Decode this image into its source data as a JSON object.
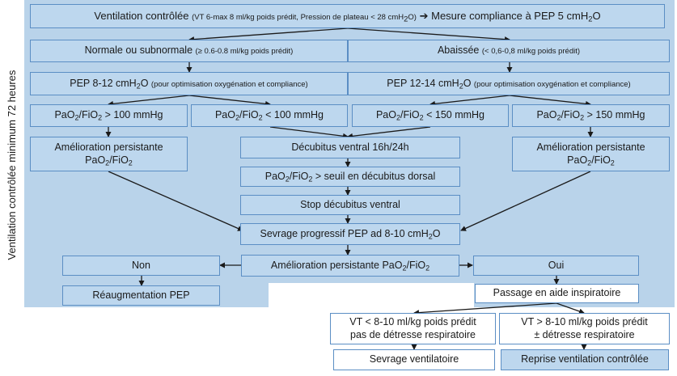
{
  "colors": {
    "panel_bg": "#b9d3ea",
    "box_fill": "#bdd7ee",
    "box_border": "#5b8ec4",
    "arrow": "#1a1a1a"
  },
  "side_label": "Ventilation contrôlée minimum 72 heures",
  "nodes": {
    "top": {
      "a": "Ventilation contrôlée ",
      "b": "(VT 6-max 8 ml/kg poids prédit, Pression de plateau < 28 cmH",
      "sub": "2",
      "c": "O)",
      "arrow": "➔",
      "d": " Mesure compliance à PEP 5 cmH",
      "sub2": "2",
      "e": "O"
    },
    "normale": {
      "a": "Normale ou subnormale ",
      "b": "(≥ 0.6-0.8 ml/kg poids prédit)"
    },
    "abaissee": {
      "a": "Abaissée ",
      "b": "(< 0,6-0,8 ml/kg poids prédit)"
    },
    "pep_low": {
      "a": "PEP 8-12 cmH",
      "sub": "2",
      "b": "O ",
      "c": "(pour optimisation oxygénation et compliance)"
    },
    "pep_high": {
      "a": "PEP 12-14 cmH",
      "sub": "2",
      "b": "O ",
      "c": "(pour optimisation oxygénation et compliance)"
    },
    "pao2_1": {
      "a": "PaO",
      "s1": "2",
      "b": "/FiO",
      "s2": "2",
      "c": " > 100 mmHg"
    },
    "pao2_2": {
      "a": "PaO",
      "s1": "2",
      "b": "/FiO",
      "s2": "2",
      "c": " < 100 mmHg"
    },
    "pao2_3": {
      "a": "PaO",
      "s1": "2",
      "b": "/FiO",
      "s2": "2",
      "c": " < 150 mmHg"
    },
    "pao2_4": {
      "a": "PaO",
      "s1": "2",
      "b": "/FiO",
      "s2": "2",
      "c": " > 150 mmHg"
    },
    "amelio_left": {
      "l1": "Amélioration persistante",
      "a": "PaO",
      "s1": "2",
      "b": "/FiO",
      "s2": "2"
    },
    "amelio_right": {
      "l1": "Amélioration persistante",
      "a": "PaO",
      "s1": "2",
      "b": "/FiO",
      "s2": "2"
    },
    "decubitus": "Décubitus ventral 16h/24h",
    "seuil": {
      "a": "PaO",
      "s1": "2",
      "b": "/FiO",
      "s2": "2",
      "c": " > seuil en décubitus dorsal"
    },
    "stop": "Stop décubitus ventral",
    "sevrage_pep": {
      "a": "Sevrage progressif PEP ad 8-10 cmH",
      "sub": "2",
      "b": "O"
    },
    "amelio_center": {
      "a": "Amélioration persistante PaO",
      "s1": "2",
      "b": "/FiO",
      "s2": "2"
    },
    "non": "Non",
    "oui": "Oui",
    "reaug": "Réaugmentation PEP",
    "aide": "Passage en aide inspiratoire",
    "vt_low": {
      "l1": "VT < 8-10 ml/kg poids prédit",
      "l2": "pas de détresse respiratoire"
    },
    "vt_high": {
      "l1": "VT > 8-10 ml/kg poids prédit",
      "l2": "± détresse respiratoire"
    },
    "sevrage_vent": "Sevrage ventilatoire",
    "reprise": "Reprise ventilation contrôlée"
  }
}
